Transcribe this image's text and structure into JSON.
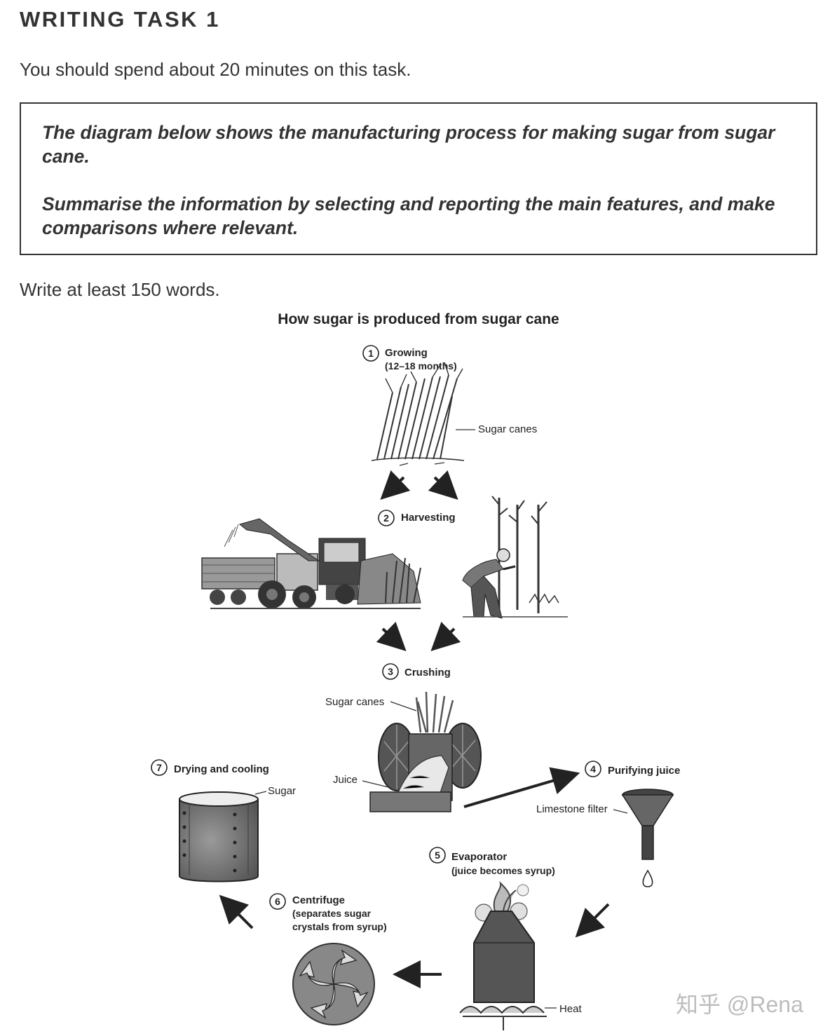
{
  "header": {
    "title": "WRITING TASK 1",
    "instruction": "You should spend about 20 minutes on this task.",
    "prompt_line1": "The diagram below shows the manufacturing process for making sugar from sugar cane.",
    "prompt_line2": "Summarise the information by selecting and reporting the main features, and make comparisons where relevant.",
    "word_limit": "Write at least 150 words."
  },
  "diagram": {
    "title": "How sugar is produced from sugar cane",
    "steps": [
      {
        "number": "1",
        "label": "Growing",
        "detail": "(12–18 months)"
      },
      {
        "number": "2",
        "label": "Harvesting",
        "detail": ""
      },
      {
        "number": "3",
        "label": "Crushing",
        "detail": ""
      },
      {
        "number": "4",
        "label": "Purifying juice",
        "detail": ""
      },
      {
        "number": "5",
        "label": "Evaporator",
        "detail": "(juice becomes syrup)"
      },
      {
        "number": "6",
        "label": "Centrifuge",
        "detail_line1": "(separates sugar",
        "detail_line2": "crystals from syrup)"
      },
      {
        "number": "7",
        "label": "Drying and cooling",
        "detail": ""
      }
    ],
    "labels": {
      "sugar_canes_growing": "Sugar canes",
      "sugar_canes_crushing": "Sugar canes",
      "juice": "Juice",
      "limestone_filter": "Limestone filter",
      "heat": "Heat",
      "sugar": "Sugar"
    }
  },
  "watermark": "知乎 @Rena"
}
